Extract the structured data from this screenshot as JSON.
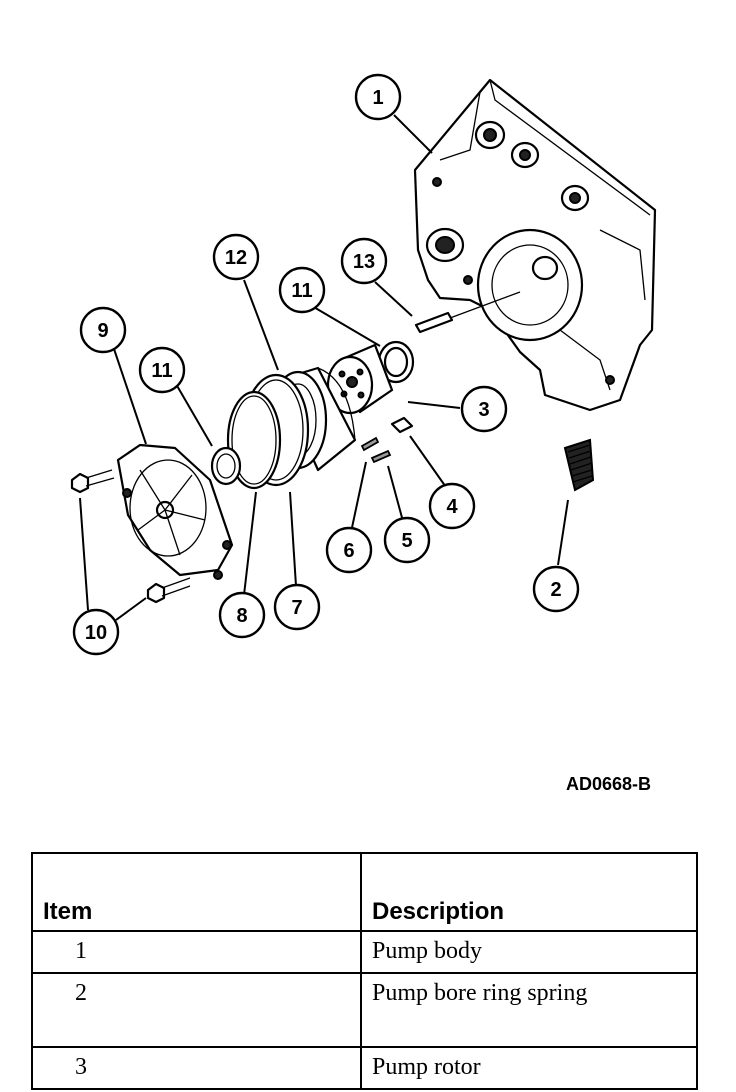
{
  "figure": {
    "code": "AD0668-B",
    "callouts": [
      "1",
      "2",
      "3",
      "4",
      "5",
      "6",
      "7",
      "8",
      "9",
      "10",
      "11",
      "11",
      "12",
      "13"
    ]
  },
  "table": {
    "headers": {
      "item": "Item",
      "description": "Description"
    },
    "rows": [
      {
        "item": "1",
        "description": "Pump body"
      },
      {
        "item": "2",
        "description": "Pump bore ring spring"
      },
      {
        "item": "3",
        "description": "Pump rotor"
      }
    ]
  }
}
